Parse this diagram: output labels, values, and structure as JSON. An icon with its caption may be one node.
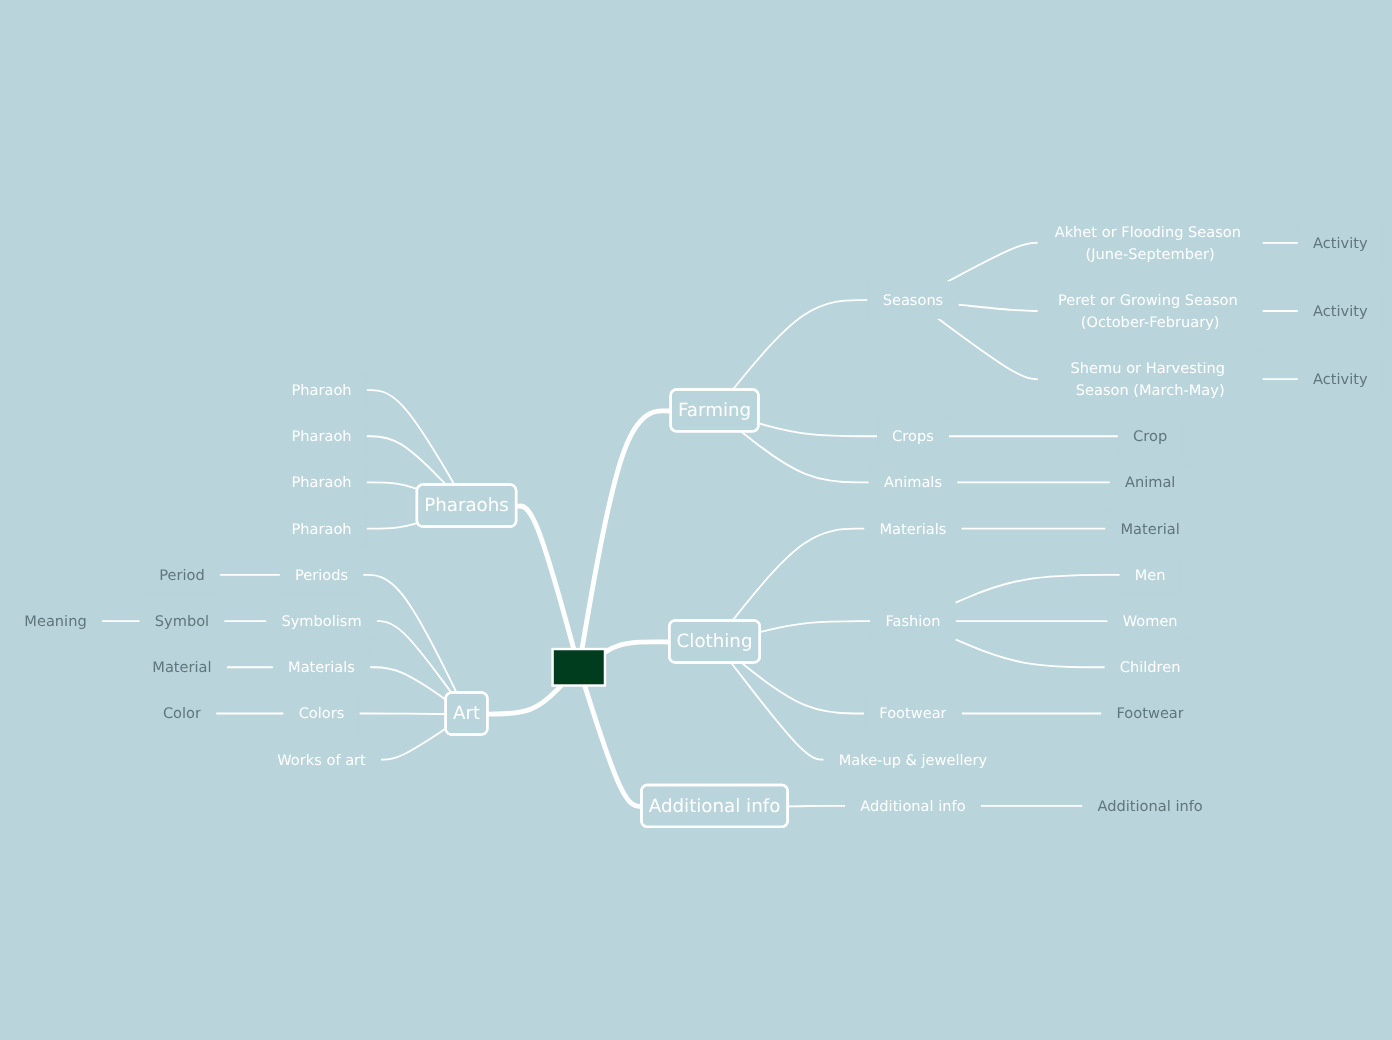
{
  "diagram": {
    "nodes": [
      {
        "text": [],
        "shape": "box"
      },
      {
        "text": [
          "Farming"
        ]
      },
      {
        "text": [
          "Seasons"
        ]
      },
      {
        "text": [
          "Akhet or Flooding Season (June-September)"
        ]
      },
      {
        "text": [
          "Activity"
        ]
      },
      {
        "text": [
          "Peret or Growing Season (October-February)"
        ]
      },
      {
        "text": [
          "Activity"
        ]
      },
      {
        "text": [
          "Shemu or Harvesting Season (March-May)"
        ]
      },
      {
        "text": [
          "Activity"
        ]
      },
      {
        "text": [
          "Crops"
        ]
      },
      {
        "text": [
          "Crop"
        ]
      },
      {
        "text": [
          "Animals"
        ]
      },
      {
        "text": [
          "Animal"
        ]
      },
      {
        "text": [
          "Clothing"
        ]
      },
      {
        "text": [
          "Materials"
        ]
      },
      {
        "text": [
          "Material"
        ]
      },
      {
        "text": [
          "Fashion"
        ]
      },
      {
        "text": [
          "Men"
        ]
      },
      {
        "text": [
          "Women"
        ]
      },
      {
        "text": [
          "Children"
        ]
      },
      {
        "text": [
          "Footwear"
        ]
      },
      {
        "text": [
          "Footwear"
        ]
      },
      {
        "text": [
          "Make-up & jewellery"
        ]
      },
      {
        "text": [
          "Additional info"
        ]
      },
      {
        "text": [
          "Additional info"
        ]
      },
      {
        "text": [
          "Additional info"
        ]
      },
      {
        "text": [
          "Pharaohs"
        ]
      },
      {
        "text": [
          "Pharaoh"
        ]
      },
      {
        "text": [
          "Pharaoh"
        ]
      },
      {
        "text": [
          "Pharaoh"
        ]
      },
      {
        "text": [
          "Pharaoh"
        ]
      },
      {
        "text": [
          "Art"
        ]
      },
      {
        "text": [
          "Periods"
        ]
      },
      {
        "text": [
          "Period"
        ]
      },
      {
        "text": [
          "Symbolism"
        ]
      },
      {
        "text": [
          "Symbol"
        ]
      },
      {
        "text": [
          "Meaning"
        ]
      },
      {
        "text": [
          "Materials"
        ]
      },
      {
        "text": [
          "Material"
        ]
      },
      {
        "text": [
          "Colors"
        ]
      },
      {
        "text": [
          "Color"
        ]
      },
      {
        "text": [
          "Works of art"
        ]
      }
    ],
    "edges": [
      {
        "from": 0,
        "to": 1,
        "arrow": "none",
        "style": "thick"
      },
      {
        "from": 1,
        "to": 2,
        "arrow": "none"
      },
      {
        "from": 2,
        "to": 3,
        "arrow": "none"
      },
      {
        "from": 3,
        "to": 4,
        "arrow": "none"
      },
      {
        "from": 2,
        "to": 5,
        "arrow": "none"
      },
      {
        "from": 5,
        "to": 6,
        "arrow": "none"
      },
      {
        "from": 2,
        "to": 7,
        "arrow": "none"
      },
      {
        "from": 7,
        "to": 8,
        "arrow": "none"
      },
      {
        "from": 1,
        "to": 9,
        "arrow": "none"
      },
      {
        "from": 9,
        "to": 10,
        "arrow": "none"
      },
      {
        "from": 1,
        "to": 11,
        "arrow": "none"
      },
      {
        "from": 11,
        "to": 12,
        "arrow": "none"
      },
      {
        "from": 0,
        "to": 13,
        "arrow": "none",
        "style": "thick"
      },
      {
        "from": 13,
        "to": 14,
        "arrow": "none"
      },
      {
        "from": 14,
        "to": 15,
        "arrow": "none"
      },
      {
        "from": 13,
        "to": 16,
        "arrow": "none"
      },
      {
        "from": 16,
        "to": 17,
        "arrow": "none"
      },
      {
        "from": 16,
        "to": 18,
        "arrow": "none"
      },
      {
        "from": 16,
        "to": 19,
        "arrow": "none"
      },
      {
        "from": 13,
        "to": 20,
        "arrow": "none"
      },
      {
        "from": 20,
        "to": 21,
        "arrow": "none"
      },
      {
        "from": 13,
        "to": 22,
        "arrow": "none"
      },
      {
        "from": 0,
        "to": 23,
        "arrow": "none",
        "style": "thick"
      },
      {
        "from": 23,
        "to": 24,
        "arrow": "none"
      },
      {
        "from": 24,
        "to": 25,
        "arrow": "none"
      },
      {
        "from": 0,
        "to": 26,
        "arrow": "none",
        "style": "thick"
      },
      {
        "from": 26,
        "to": 27,
        "arrow": "none"
      },
      {
        "from": 26,
        "to": 28,
        "arrow": "none"
      },
      {
        "from": 26,
        "to": 29,
        "arrow": "none"
      },
      {
        "from": 26,
        "to": 30,
        "arrow": "none"
      },
      {
        "from": 0,
        "to": 31,
        "arrow": "none",
        "style": "thick"
      },
      {
        "from": 31,
        "to": 32,
        "arrow": "none"
      },
      {
        "from": 32,
        "to": 33,
        "arrow": "none"
      },
      {
        "from": 31,
        "to": 34,
        "arrow": "none"
      },
      {
        "from": 34,
        "to": 35,
        "arrow": "none"
      },
      {
        "from": 35,
        "to": 36,
        "arrow": "none"
      },
      {
        "from": 31,
        "to": 37,
        "arrow": "none"
      },
      {
        "from": 37,
        "to": 38,
        "arrow": "none"
      },
      {
        "from": 31,
        "to": 39,
        "arrow": "none"
      },
      {
        "from": 39,
        "to": 40,
        "arrow": "none"
      },
      {
        "from": 31,
        "to": 41,
        "arrow": "none"
      }
    ]
  }
}
